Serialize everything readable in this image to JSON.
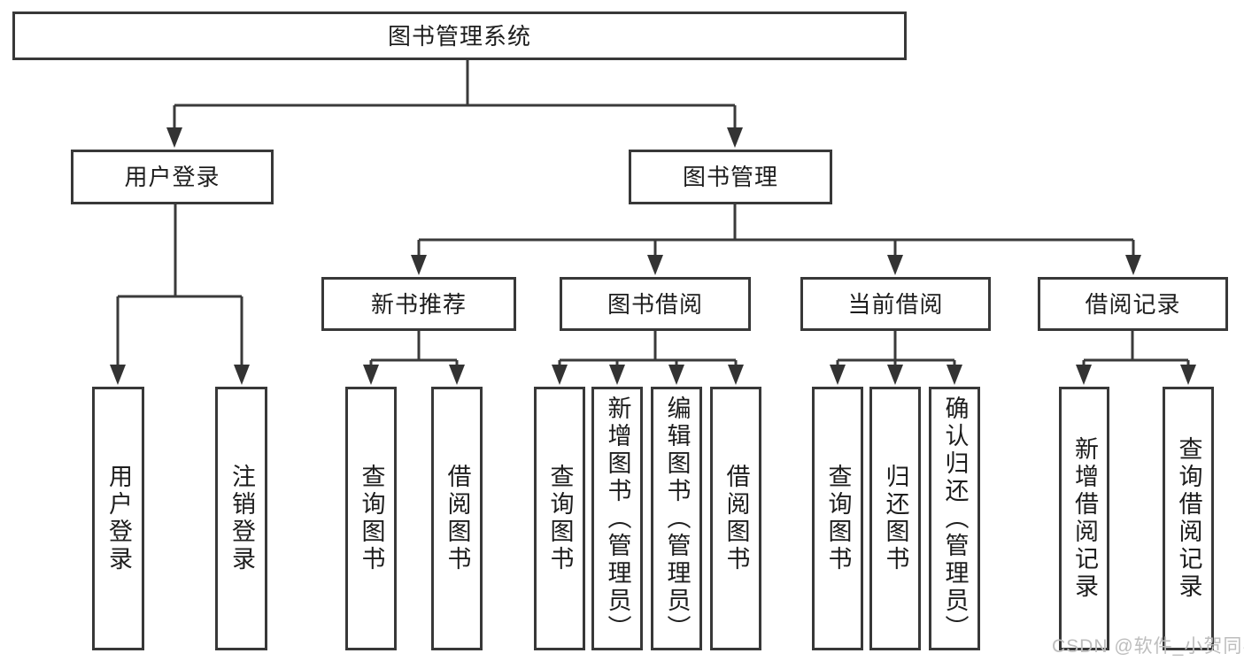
{
  "title": "图书管理系统",
  "watermark": "CSDN @软件_小贺同学",
  "colors": {
    "line": "#3a3a3a",
    "border": "#383838",
    "text": "#1d1d1d",
    "box_background": "#ffffff",
    "watermark": "#bdbdbd"
  },
  "tree": {
    "label": "图书管理系统",
    "children": [
      {
        "label": "用户登录",
        "children": [
          {
            "label": "用户登录"
          },
          {
            "label": "注销登录"
          }
        ]
      },
      {
        "label": "图书管理",
        "children": [
          {
            "label": "新书推荐",
            "children": [
              {
                "label": "查询图书"
              },
              {
                "label": "借阅图书"
              }
            ]
          },
          {
            "label": "图书借阅",
            "children": [
              {
                "label": "查询图书"
              },
              {
                "label": "新增图书（管理员）"
              },
              {
                "label": "编辑图书（管理员）"
              },
              {
                "label": "借阅图书"
              }
            ]
          },
          {
            "label": "当前借阅",
            "children": [
              {
                "label": "查询图书"
              },
              {
                "label": "归还图书"
              },
              {
                "label": "确认归还（管理员）"
              }
            ]
          },
          {
            "label": "借阅记录",
            "children": [
              {
                "label": "新增借阅记录"
              },
              {
                "label": "查询借阅记录"
              }
            ]
          }
        ]
      }
    ]
  }
}
